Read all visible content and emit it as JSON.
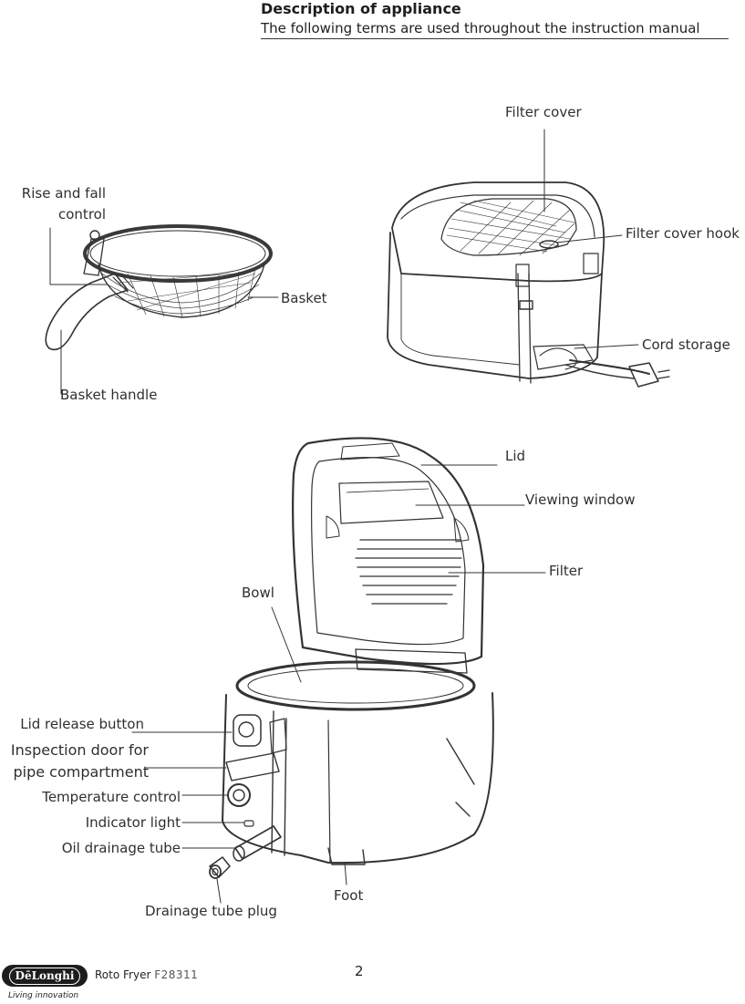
{
  "header": {
    "title": "Description of appliance",
    "subtitle": "The following terms are used throughout the instruction manual"
  },
  "labels": {
    "filter_cover": "Filter cover",
    "filter_cover_hook": "Filter cover hook",
    "cord_storage": "Cord storage",
    "rise_fall_line1": "Rise and fall",
    "rise_fall_line2": "control",
    "basket": "Basket",
    "basket_handle": "Basket handle",
    "lid": "Lid",
    "viewing_window": "Viewing window",
    "filter": "Filter",
    "bowl": "Bowl",
    "lid_release_button": "Lid release button",
    "inspection_door_line1": "Inspection door for",
    "inspection_door_line2": "pipe compartment",
    "temperature_control": "Temperature control",
    "indicator_light": "Indicator light",
    "oil_drainage_tube": "Oil drainage tube",
    "drainage_tube_plug": "Drainage tube plug",
    "foot": "Foot"
  },
  "footer": {
    "brand": "DēLonghi",
    "tagline": "Living innovation",
    "model_name": "Roto Fryer",
    "model_code": "F28311",
    "page_number": "2"
  },
  "icons": [
    "basket-illustration",
    "fryer-closed-illustration",
    "fryer-open-illustration",
    "drainage-plug-illustration"
  ]
}
